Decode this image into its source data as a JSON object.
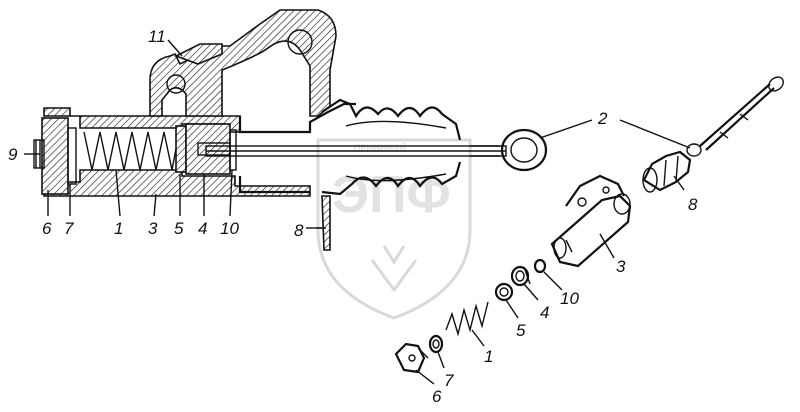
{
  "watermark": {
    "brand_text": "ЭПФ",
    "small_text": "ПРИНИМАЙ"
  },
  "callouts": {
    "assembly": {
      "c11": "11",
      "c9": "9",
      "c2": "2",
      "c8": "8",
      "c6": "6",
      "c7": "7",
      "c1": "1",
      "c3": "3",
      "c5": "5",
      "c4": "4",
      "c10": "10"
    },
    "exploded": {
      "c8": "8",
      "c3": "3",
      "c10": "10",
      "c4": "4",
      "c5": "5",
      "c1": "1",
      "c7": "7",
      "c6": "6"
    }
  }
}
